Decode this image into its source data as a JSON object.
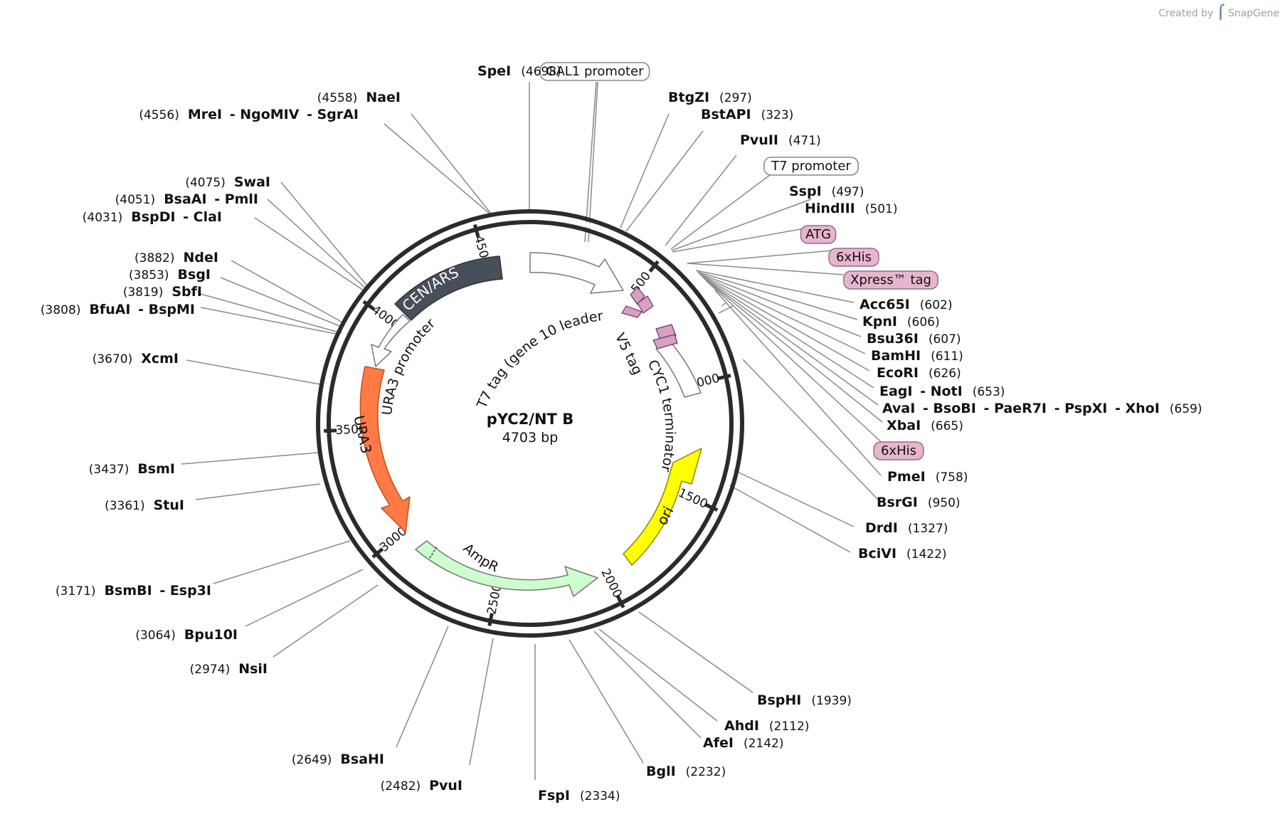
{
  "brand": {
    "created_by": "Created by",
    "name": "SnapGene"
  },
  "plasmid": {
    "name": "pYC2/NT B",
    "length_label": "4703 bp",
    "length": 4703
  },
  "ticks": [
    "500",
    "1000",
    "1500",
    "2000",
    "2500",
    "3000",
    "3500",
    "4000",
    "4500"
  ],
  "enzymes": [
    {
      "pos": "4698",
      "names": [
        "SpeI"
      ]
    },
    {
      "pos": "4558",
      "names": [
        "NaeI"
      ]
    },
    {
      "pos": "4556",
      "names": [
        "MreI",
        "NgoMIV",
        "SgrAI"
      ]
    },
    {
      "pos": "297",
      "names": [
        "BtgZI"
      ]
    },
    {
      "pos": "323",
      "names": [
        "BstAPI"
      ]
    },
    {
      "pos": "471",
      "names": [
        "PvuII"
      ]
    },
    {
      "pos": "497",
      "names": [
        "SspI"
      ]
    },
    {
      "pos": "501",
      "names": [
        "HindIII"
      ]
    },
    {
      "pos": "602",
      "names": [
        "Acc65I"
      ]
    },
    {
      "pos": "606",
      "names": [
        "KpnI"
      ]
    },
    {
      "pos": "607",
      "names": [
        "Bsu36I"
      ]
    },
    {
      "pos": "611",
      "names": [
        "BamHI"
      ]
    },
    {
      "pos": "626",
      "names": [
        "EcoRI"
      ]
    },
    {
      "pos": "653",
      "names": [
        "EagI",
        "NotI"
      ]
    },
    {
      "pos": "659",
      "names": [
        "AvaI",
        "BsoBI",
        "PaeR7I",
        "PspXI",
        "XhoI"
      ]
    },
    {
      "pos": "665",
      "names": [
        "XbaI"
      ]
    },
    {
      "pos": "758",
      "names": [
        "PmeI"
      ]
    },
    {
      "pos": "950",
      "names": [
        "BsrGI"
      ]
    },
    {
      "pos": "1327",
      "names": [
        "DrdI"
      ]
    },
    {
      "pos": "1422",
      "names": [
        "BciVI"
      ]
    },
    {
      "pos": "1939",
      "names": [
        "BspHI"
      ]
    },
    {
      "pos": "2112",
      "names": [
        "AhdI"
      ]
    },
    {
      "pos": "2142",
      "names": [
        "AfeI"
      ]
    },
    {
      "pos": "2232",
      "names": [
        "BglI"
      ]
    },
    {
      "pos": "2334",
      "names": [
        "FspI"
      ]
    },
    {
      "pos": "2482",
      "names": [
        "PvuI"
      ]
    },
    {
      "pos": "2649",
      "names": [
        "BsaHI"
      ]
    },
    {
      "pos": "2974",
      "names": [
        "NsiI"
      ]
    },
    {
      "pos": "3064",
      "names": [
        "Bpu10I"
      ]
    },
    {
      "pos": "3171",
      "names": [
        "BsmBI",
        "Esp3I"
      ]
    },
    {
      "pos": "3361",
      "names": [
        "StuI"
      ]
    },
    {
      "pos": "3437",
      "names": [
        "BsmI"
      ]
    },
    {
      "pos": "3670",
      "names": [
        "XcmI"
      ]
    },
    {
      "pos": "3808",
      "names": [
        "BfuAI",
        "BspMI"
      ]
    },
    {
      "pos": "3819",
      "names": [
        "SbfI"
      ]
    },
    {
      "pos": "3853",
      "names": [
        "BsgI"
      ]
    },
    {
      "pos": "3882",
      "names": [
        "NdeI"
      ]
    },
    {
      "pos": "4031",
      "names": [
        "BspDI",
        "ClaI"
      ]
    },
    {
      "pos": "4051",
      "names": [
        "BsaAI",
        "PmlI"
      ]
    },
    {
      "pos": "4075",
      "names": [
        "SwaI"
      ]
    }
  ],
  "outer_features": [
    {
      "label": "GAL1 promoter",
      "style": "outline"
    },
    {
      "label": "T7 promoter",
      "style": "outline"
    },
    {
      "label": "ATG",
      "style": "pink"
    },
    {
      "label": "6xHis",
      "style": "pink"
    },
    {
      "label": "Xpress™ tag",
      "style": "pink"
    },
    {
      "label": "6xHis",
      "style": "pink"
    }
  ],
  "inner_features": [
    {
      "label": "CEN/ARS",
      "color": "#474f5b"
    },
    {
      "label": "URA3 promoter",
      "color": "#ffffff"
    },
    {
      "label": "URA3",
      "color": "#ff7a45"
    },
    {
      "label": "AmpR",
      "color": "#ccffcc"
    },
    {
      "label": "ori",
      "color": "#ffff00"
    },
    {
      "label": "CYC1 terminator",
      "color": "#ffffff"
    },
    {
      "label": "V5 tag",
      "color": "#d8a0c4"
    },
    {
      "label": "T7 tag (gene 10 leader)",
      "color": "#ffffff"
    }
  ]
}
